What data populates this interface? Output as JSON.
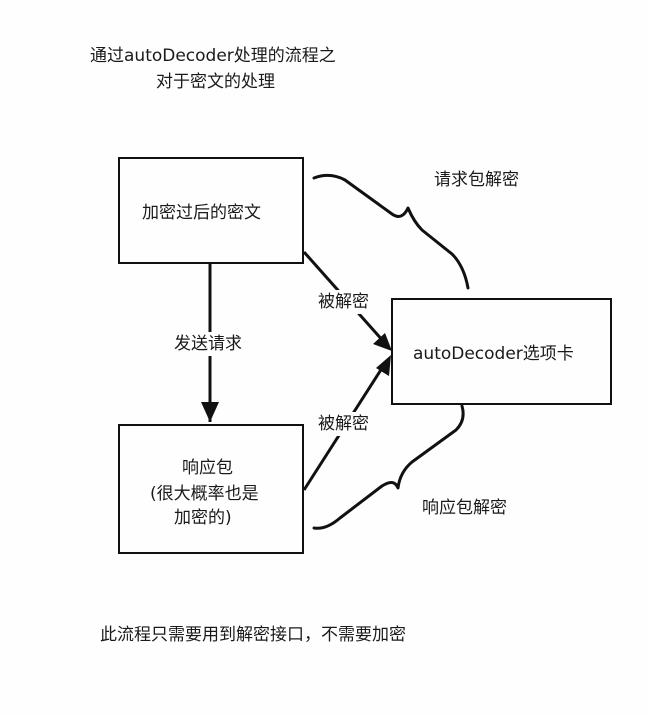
{
  "title": {
    "line1": "通过autoDecoder处理的流程之",
    "line2": "对于密文的处理"
  },
  "nodes": {
    "ciphertext": "加密过后的密文",
    "autodecoder_tab": "autoDecoder选项卡",
    "response": {
      "line1": "响应包",
      "line2": "(很大概率也是",
      "line3": "加密的)"
    }
  },
  "edges": {
    "send_request": "发送请求",
    "decrypted_top": "被解密",
    "decrypted_bottom": "被解密"
  },
  "braces": {
    "request_decrypt": "请求包解密",
    "response_decrypt": "响应包解密"
  },
  "footer_note": "此流程只需要用到解密接口，不需要加密",
  "colors": {
    "stroke": "#111111",
    "text": "#1a1a1a",
    "background": "#fefefe"
  }
}
